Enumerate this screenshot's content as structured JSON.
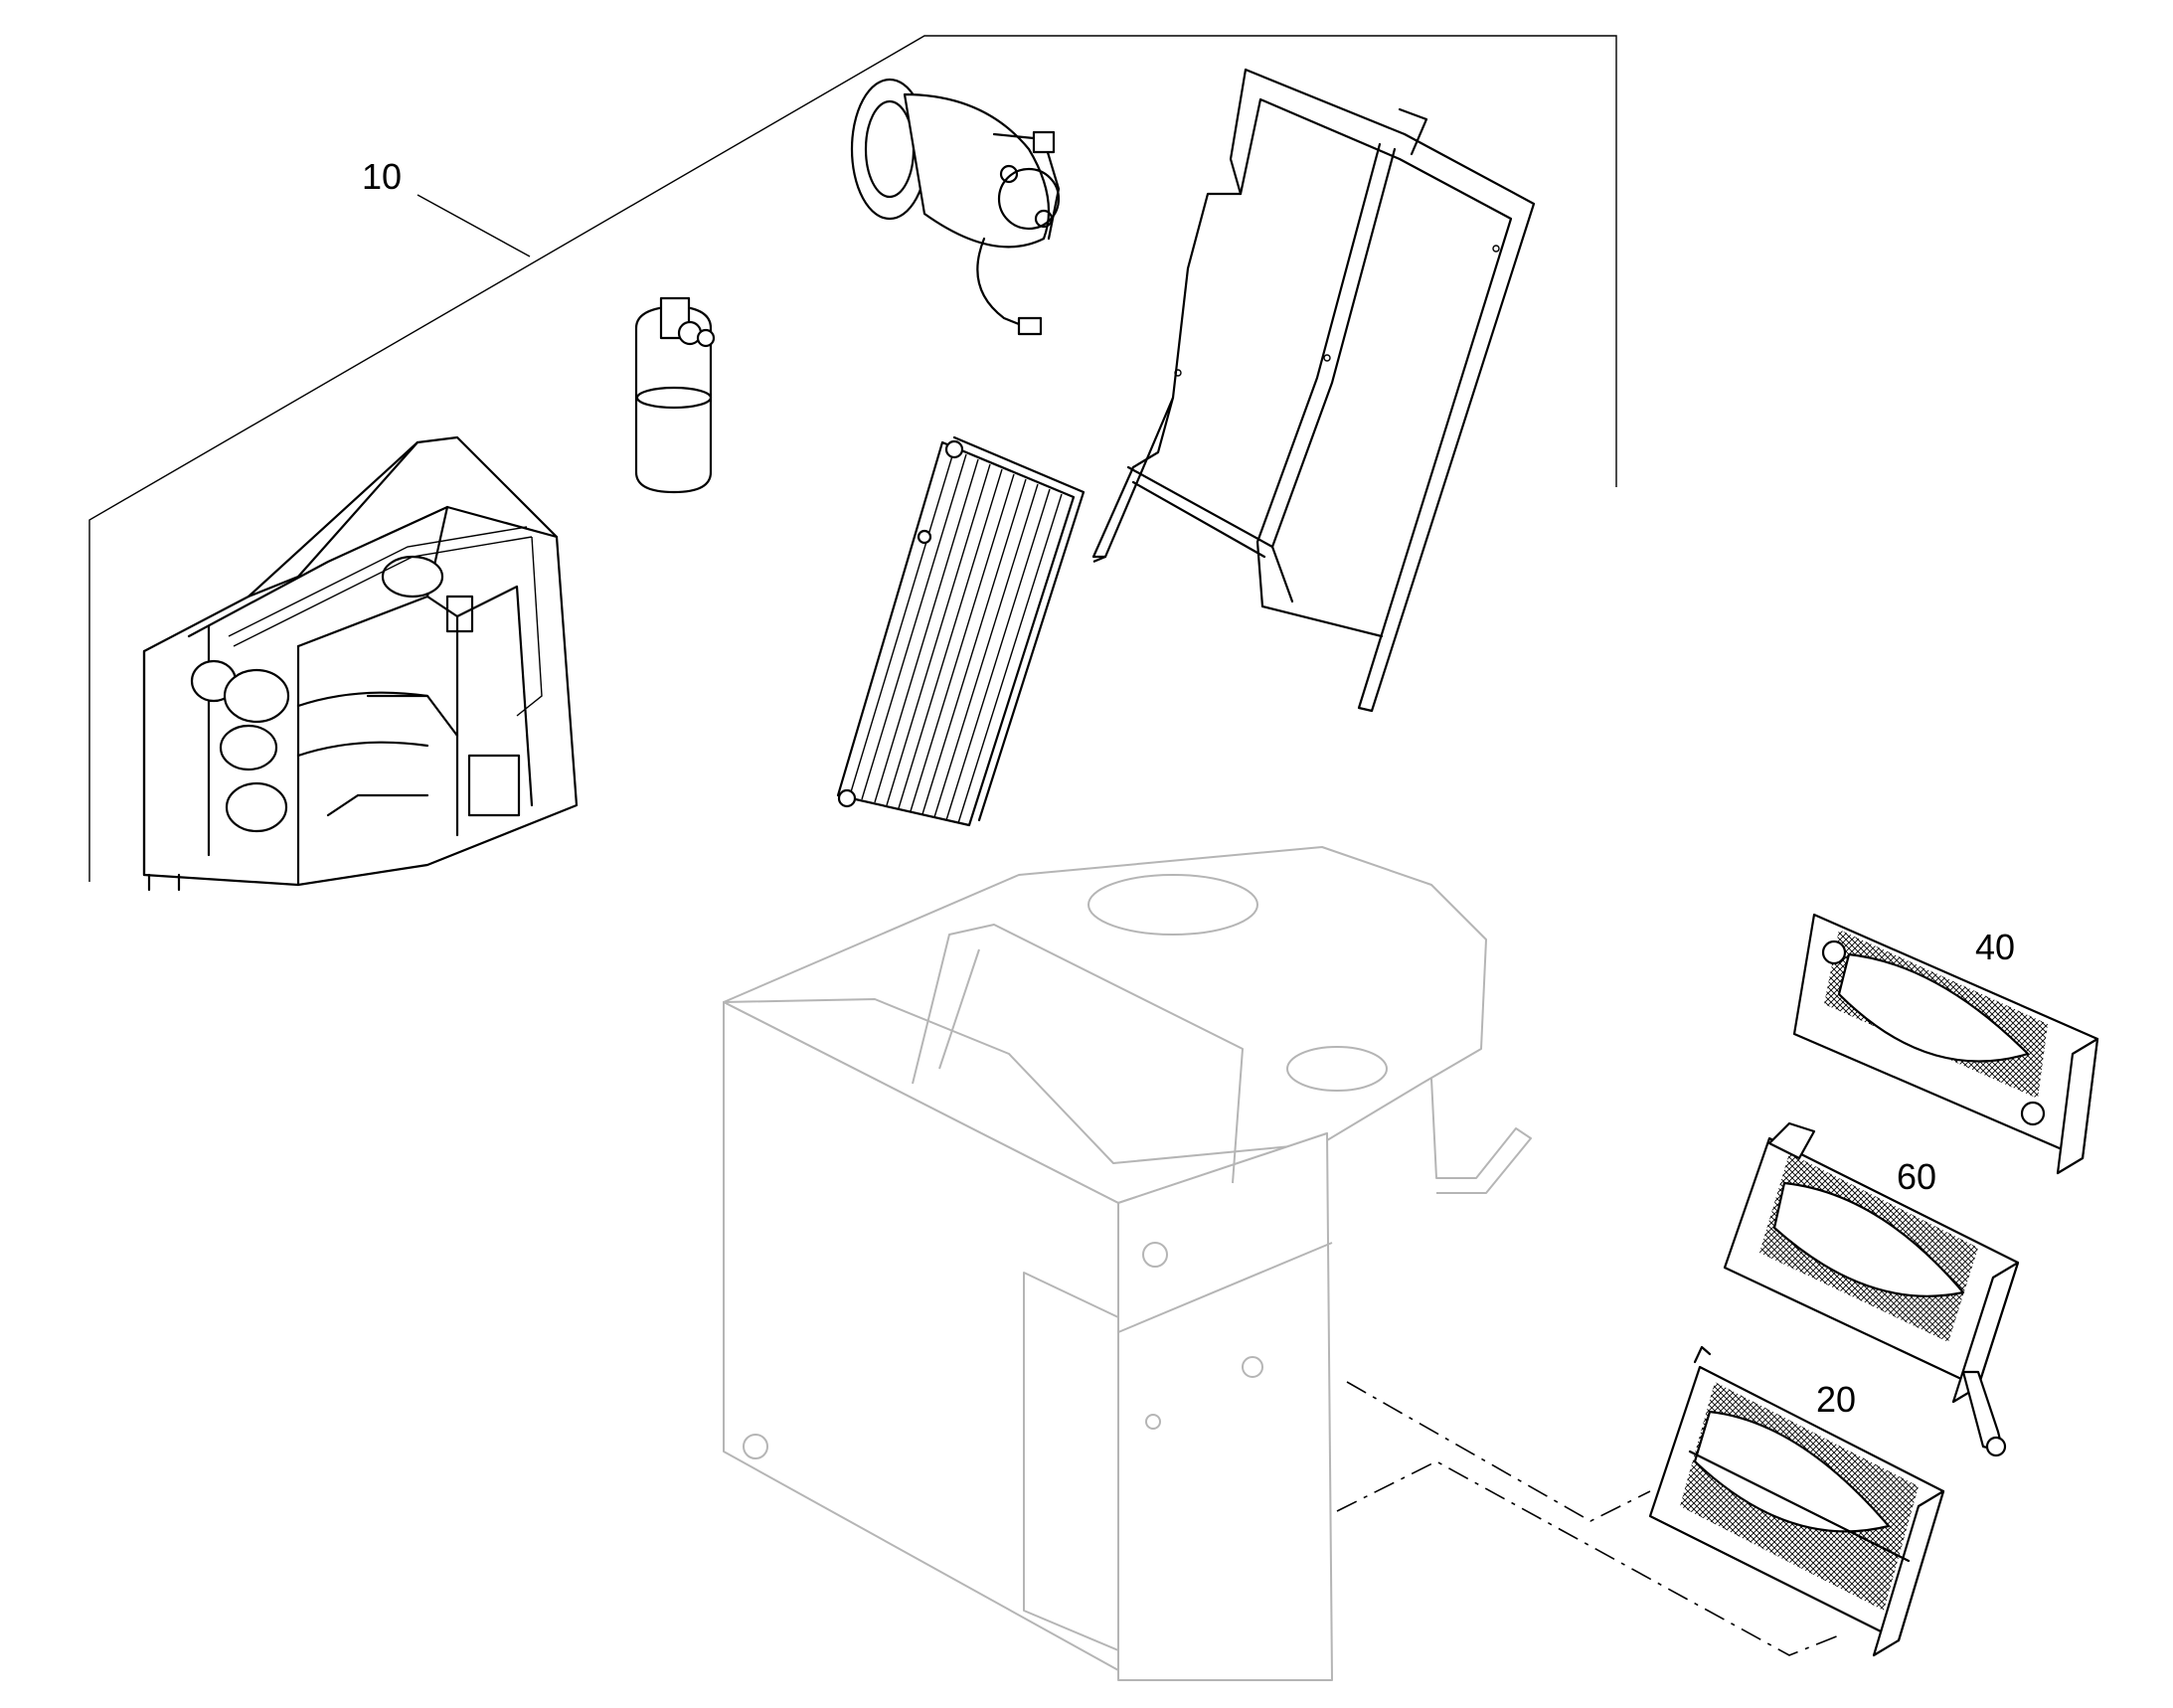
{
  "callouts": {
    "item_10": "10",
    "item_20": "20",
    "item_40": "40",
    "item_60": "60"
  },
  "colors": {
    "line": "#000000",
    "ghost_line": "#b5b5b5",
    "background": "#ffffff"
  }
}
